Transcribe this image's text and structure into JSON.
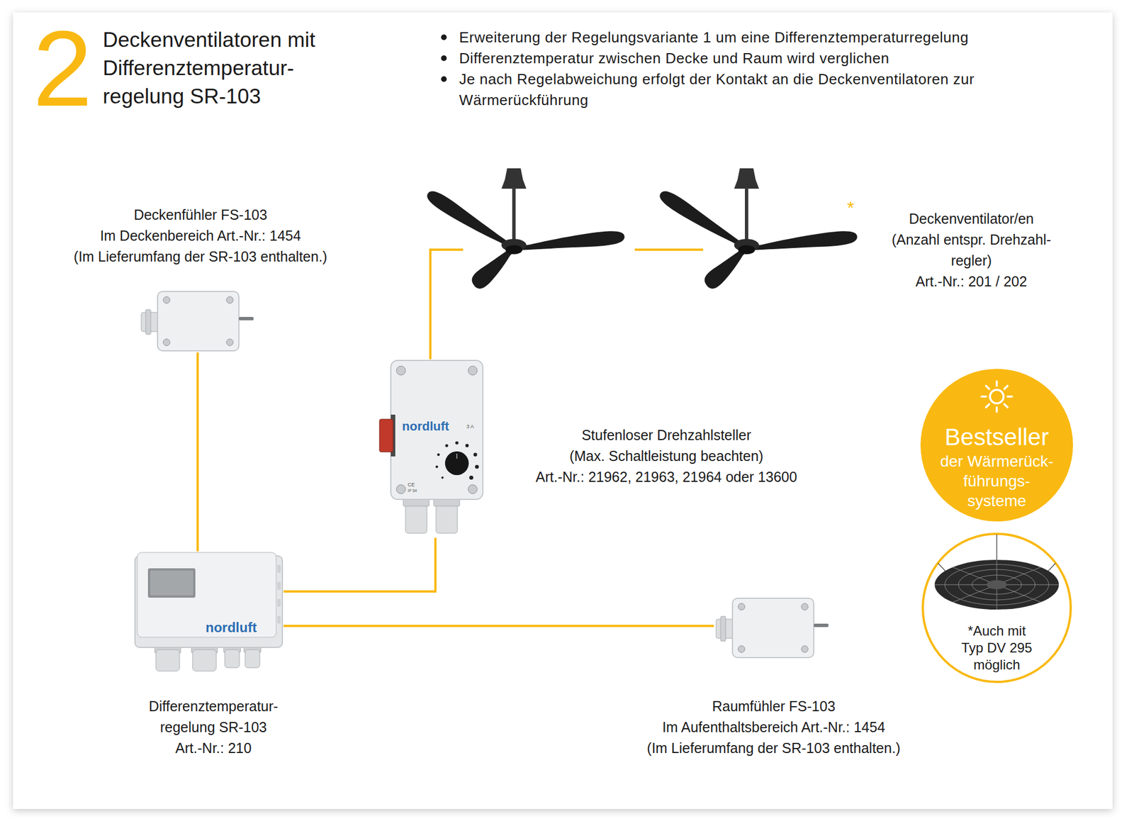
{
  "diagram": {
    "title": "Deckenventilatoren mit Differenztemperatur- regelung SR-103",
    "nodes": [
      {
        "text": [
          "Deckenfühler FS-103",
          "Im Deckenbereich Art.-Nr.: 1454",
          "(Im Lieferumfang der SR-103 enthalten.)"
        ]
      },
      {
        "text": [
          "Deckenventilator/en",
          "(Anzahl entspr. Drehzahl- regler)",
          "Art.-Nr.: 201 / 202"
        ]
      },
      {
        "text": [
          "Stufenloser Drehzahlsteller",
          "(Max. Schaltleistung beachten)",
          "Art.-Nr.: 21962, 21963, 21964 oder 13600"
        ]
      },
      {
        "text": [
          "Bestseller",
          "der Wärmerück- führungs- systeme"
        ]
      },
      {
        "text": [
          "Differenztemperatur- regelung SR-103",
          "Art.-Nr.: 210"
        ]
      },
      {
        "text": [
          "*Auch mit Typ DV 295 möglich"
        ]
      },
      {
        "text": [
          "Raumfühler FS-103",
          "Im Aufenthaltsbereich Art.-Nr.: 1454",
          "(Im Lieferumfang der SR-103 enthalten.)"
        ]
      }
    ],
    "edges": [
      {
        "from": 0,
        "to": 4,
        "arrow": "none"
      },
      {
        "from": 4,
        "to": 2,
        "arrow": "none"
      },
      {
        "from": 2,
        "to": 1,
        "arrow": "none"
      },
      {
        "from": 4,
        "to": 6,
        "arrow": "none"
      }
    ],
    "labels": [
      "2",
      "Erweiterung der Regelungsvariante 1 um eine Differenztemperaturregelung",
      "Differenztemperatur zwischen Decke und Raum wird verglichen",
      "Je nach Regelabweichung erfolgt der Kontakt an die Deckenventilatoren zur Wärmerückführung",
      "*",
      "nordluft",
      "3 A",
      "CE",
      "IP 54",
      "nordluft"
    ]
  }
}
